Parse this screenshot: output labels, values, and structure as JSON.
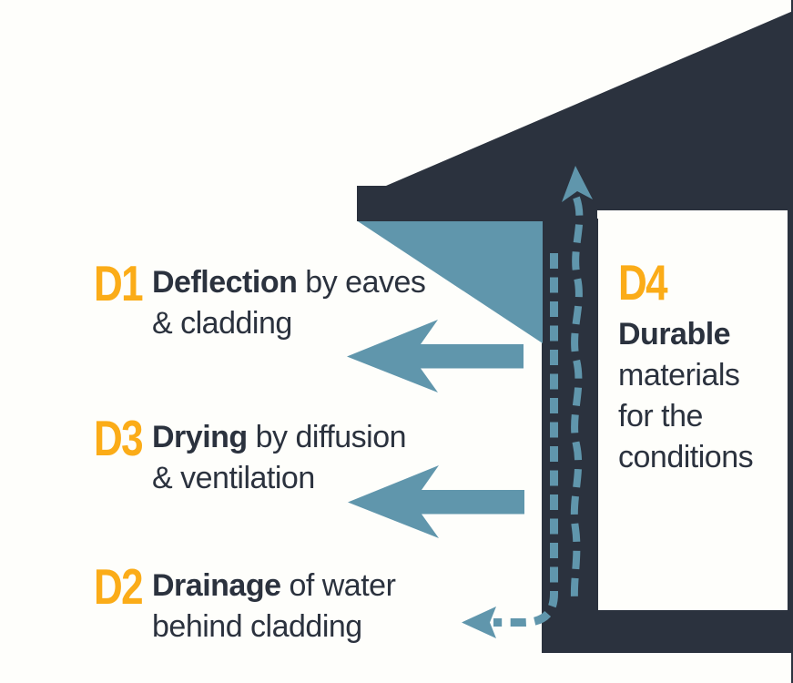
{
  "colors": {
    "navy": "#2B323E",
    "blue": "#6096AC",
    "orange": "#FBAC18",
    "bg": "#FEFEFB"
  },
  "legend": {
    "d1": {
      "id": "D1",
      "lead": "Deflection",
      "tail": " by eaves",
      "line2": "& cladding"
    },
    "d3": {
      "id": "D3",
      "lead": "Drying",
      "tail": " by diffusion",
      "line2": "& ventilation"
    },
    "d2": {
      "id": "D2",
      "lead": "Drainage",
      "tail": " of water",
      "line2": "behind cladding"
    },
    "d4": {
      "id": "D4",
      "lead": "Durable",
      "lines": [
        "materials",
        "for the",
        "conditions"
      ]
    }
  },
  "icons": {
    "arrow_left_large": "deflection/drying airflow arrow",
    "arrow_up_dashed": "vapour rising in cavity",
    "arrow_left_dashed": "water draining out at base"
  }
}
